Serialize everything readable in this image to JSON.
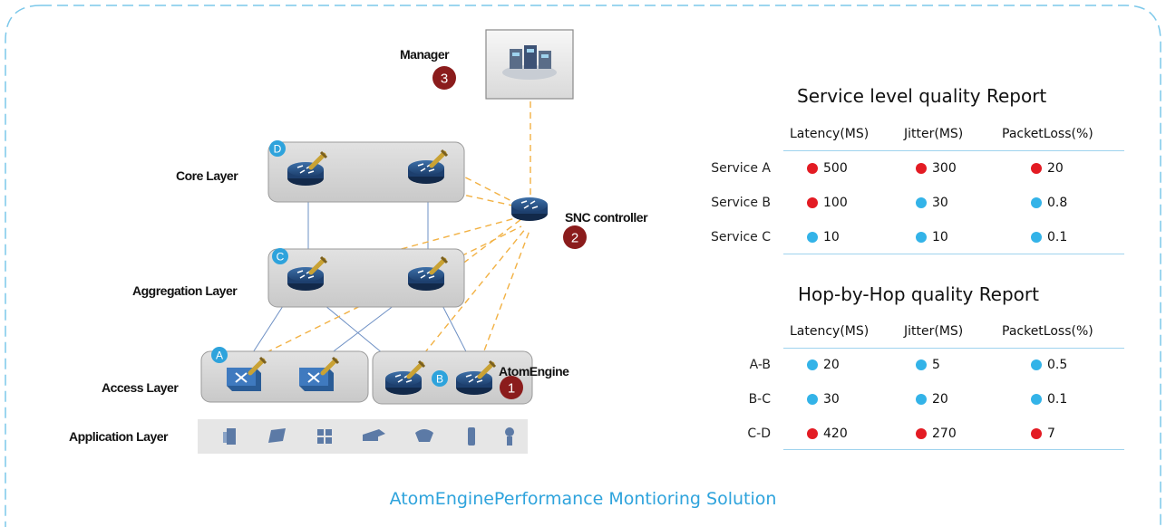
{
  "colors": {
    "red": "#e31b23",
    "blue": "#33b3e8",
    "badge_dark": "#8b1c1c",
    "badge_light": "#2ea3dc",
    "frame": "#7cc8ea"
  },
  "network": {
    "manager": {
      "label": "Manager",
      "badge": "3"
    },
    "core": {
      "label": "Core Layer",
      "badge": "D"
    },
    "snc": {
      "label": "SNC controller",
      "badge": "2"
    },
    "aggregation": {
      "label": "Aggregation Layer",
      "badge": "C"
    },
    "access": {
      "label": "Access Layer",
      "badge": "A"
    },
    "atomengine": {
      "label": "AtomEngine",
      "badge_b": "B",
      "badge_1": "1"
    },
    "application": {
      "label": "Application Layer",
      "icons": [
        "server-icon",
        "laptop-icon",
        "grid-icon",
        "printer-icon",
        "phone-icon",
        "mobile-icon",
        "camera-icon"
      ]
    }
  },
  "service_report": {
    "title": "Service level quality Report",
    "columns": [
      "Latency(MS)",
      "Jitter(MS)",
      "PacketLoss(%)"
    ],
    "rows": [
      {
        "label": "Service A",
        "cells": [
          {
            "v": "500",
            "c": "red"
          },
          {
            "v": "300",
            "c": "red"
          },
          {
            "v": "20",
            "c": "red"
          }
        ]
      },
      {
        "label": "Service B",
        "cells": [
          {
            "v": "100",
            "c": "red"
          },
          {
            "v": "30",
            "c": "blue"
          },
          {
            "v": "0.8",
            "c": "blue"
          }
        ]
      },
      {
        "label": "Service C",
        "cells": [
          {
            "v": "10",
            "c": "blue"
          },
          {
            "v": "10",
            "c": "blue"
          },
          {
            "v": "0.1",
            "c": "blue"
          }
        ]
      }
    ]
  },
  "hop_report": {
    "title": "Hop-by-Hop quality Report",
    "columns": [
      "Latency(MS)",
      "Jitter(MS)",
      "PacketLoss(%)"
    ],
    "rows": [
      {
        "label": "A-B",
        "cells": [
          {
            "v": "20",
            "c": "blue"
          },
          {
            "v": "5",
            "c": "blue"
          },
          {
            "v": "0.5",
            "c": "blue"
          }
        ]
      },
      {
        "label": "B-C",
        "cells": [
          {
            "v": "30",
            "c": "blue"
          },
          {
            "v": "20",
            "c": "blue"
          },
          {
            "v": "0.1",
            "c": "blue"
          }
        ]
      },
      {
        "label": "C-D",
        "cells": [
          {
            "v": "420",
            "c": "red"
          },
          {
            "v": "270",
            "c": "red"
          },
          {
            "v": "7",
            "c": "red"
          }
        ]
      }
    ]
  },
  "footer": "AtomEnginePerformance Montioring Solution"
}
